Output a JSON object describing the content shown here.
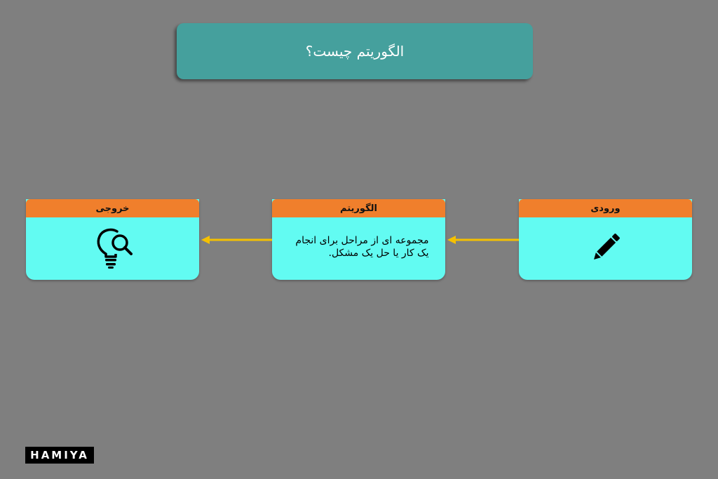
{
  "title": "الگوریتم چیست؟",
  "nodes": [
    {
      "header": "ورودی",
      "icon": "pencil-icon"
    },
    {
      "header": "الگوریتم",
      "text": "مجموعه ای از مراحل برای انجام یک کار یا حل یک مشکل."
    },
    {
      "header": "خروجی",
      "icon": "lightbulb-search-icon"
    }
  ],
  "logo": "HAMIYA",
  "colors": {
    "background": "#7f7f7f",
    "title_box": "#45a09d",
    "node_header": "#f07f2c",
    "node_body": "#62fbf2",
    "arrow": "#f5c000"
  }
}
